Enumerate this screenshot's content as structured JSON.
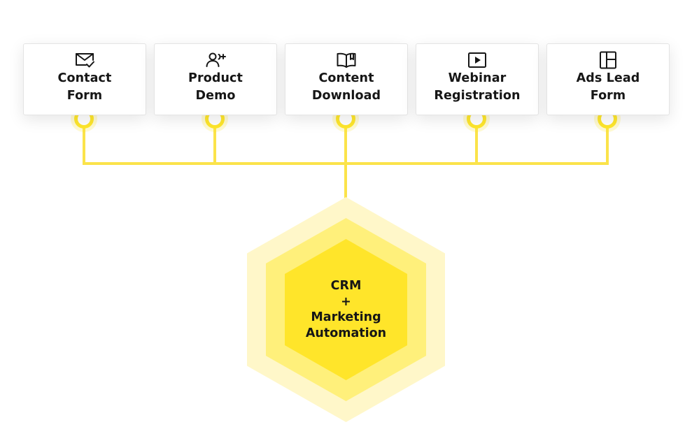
{
  "sources": [
    {
      "id": "contact-form",
      "icon": "envelope-check-icon",
      "line1": "Contact",
      "line2": "Form"
    },
    {
      "id": "product-demo",
      "icon": "user-plus-icon",
      "line1": "Product",
      "line2": "Demo"
    },
    {
      "id": "content-download",
      "icon": "open-book-icon",
      "line1": "Content",
      "line2": "Download"
    },
    {
      "id": "webinar-registration",
      "icon": "video-play-icon",
      "line1": "Webinar",
      "line2": "Registration"
    },
    {
      "id": "ads-lead-form",
      "icon": "layout-panels-icon",
      "line1": "Ads Lead",
      "line2": "Form"
    }
  ],
  "hub": {
    "line1": "CRM",
    "line2": "+",
    "line3": "Marketing",
    "line4": "Automation"
  },
  "colors": {
    "accent": "#ffe72c",
    "line": "#fbe34a",
    "hex_outer": "#fff7c9",
    "hex_middle": "#fff07b",
    "hex_inner": "#ffe52a",
    "text": "#161616"
  }
}
